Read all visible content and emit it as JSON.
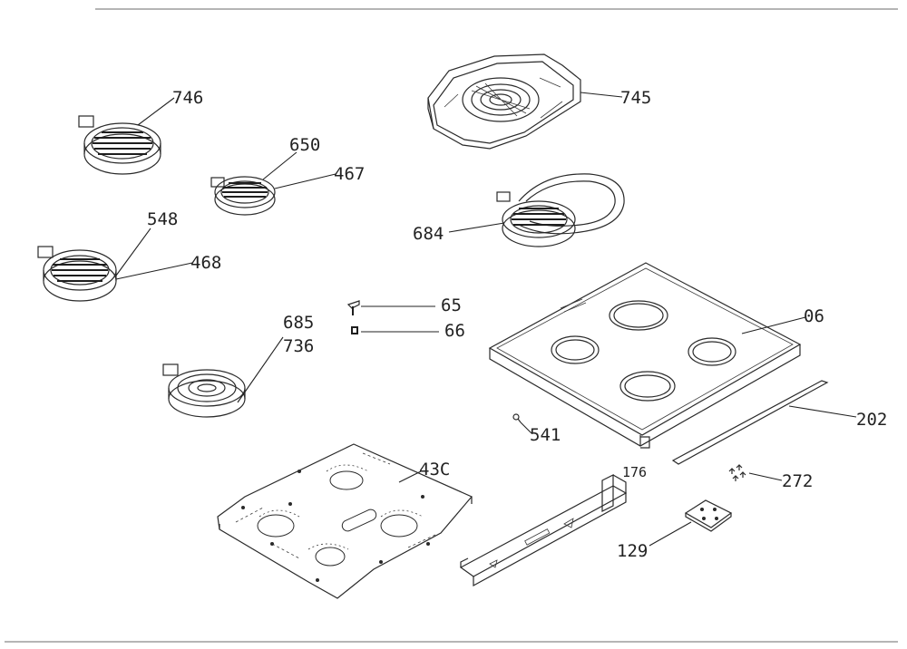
{
  "labels": {
    "p746": "746",
    "p745": "745",
    "p650": "650",
    "p467": "467",
    "p548": "548",
    "p468": "468",
    "p684": "684",
    "p65": "65",
    "p66": "66",
    "p06": "06",
    "p685": "685",
    "p736": "736",
    "p541": "541",
    "p202": "202",
    "p430": "43C",
    "p176": "176",
    "p272": "272",
    "p129": "129"
  }
}
